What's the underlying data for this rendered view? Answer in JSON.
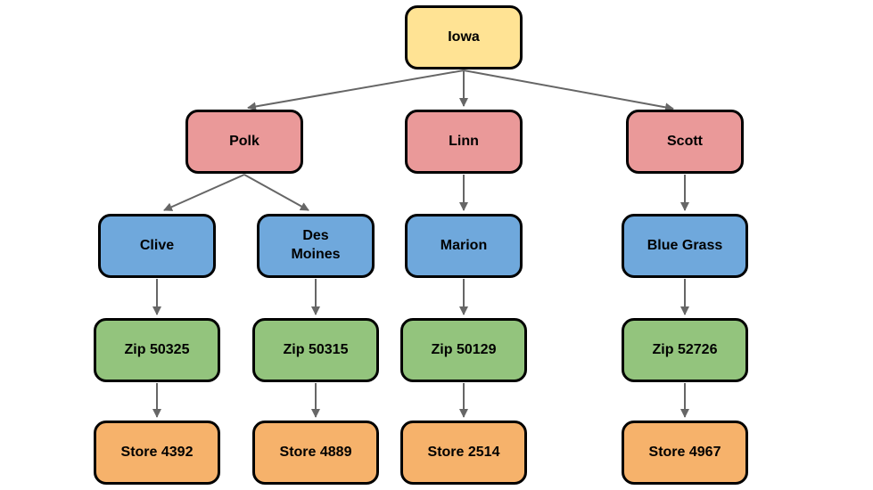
{
  "diagram": {
    "title": "",
    "colors": {
      "edge": "#666666",
      "border": "#000000",
      "background": "#ffffff",
      "root_fill": "#ffe394",
      "county_fill": "#ea9999",
      "city_fill": "#6fa8dc",
      "zip_fill": "#93c47d",
      "store_fill": "#f6b26b"
    },
    "nodes": {
      "iowa": {
        "label": "Iowa",
        "fill": "#ffe394"
      },
      "polk": {
        "label": "Polk",
        "fill": "#ea9999"
      },
      "linn": {
        "label": "Linn",
        "fill": "#ea9999"
      },
      "scott": {
        "label": "Scott",
        "fill": "#ea9999"
      },
      "clive": {
        "label": "Clive",
        "fill": "#6fa8dc"
      },
      "des_moines": {
        "label": "Des\nMoines",
        "fill": "#6fa8dc"
      },
      "marion": {
        "label": "Marion",
        "fill": "#6fa8dc"
      },
      "blue_grass": {
        "label": "Blue Grass",
        "fill": "#6fa8dc"
      },
      "zip_50325": {
        "label": "Zip 50325",
        "fill": "#93c47d"
      },
      "zip_50315": {
        "label": "Zip 50315",
        "fill": "#93c47d"
      },
      "zip_50129": {
        "label": "Zip 50129",
        "fill": "#93c47d"
      },
      "zip_52726": {
        "label": "Zip 52726",
        "fill": "#93c47d"
      },
      "store_4392": {
        "label": "Store 4392",
        "fill": "#f6b26b"
      },
      "store_4889": {
        "label": "Store 4889",
        "fill": "#f6b26b"
      },
      "store_2514": {
        "label": "Store 2514",
        "fill": "#f6b26b"
      },
      "store_4967": {
        "label": "Store 4967",
        "fill": "#f6b26b"
      }
    },
    "edges": [
      {
        "from": "iowa",
        "to": "polk"
      },
      {
        "from": "iowa",
        "to": "linn"
      },
      {
        "from": "iowa",
        "to": "scott"
      },
      {
        "from": "polk",
        "to": "clive"
      },
      {
        "from": "polk",
        "to": "des_moines"
      },
      {
        "from": "linn",
        "to": "marion"
      },
      {
        "from": "scott",
        "to": "blue_grass"
      },
      {
        "from": "clive",
        "to": "zip_50325"
      },
      {
        "from": "des_moines",
        "to": "zip_50315"
      },
      {
        "from": "marion",
        "to": "zip_50129"
      },
      {
        "from": "blue_grass",
        "to": "zip_52726"
      },
      {
        "from": "zip_50325",
        "to": "store_4392"
      },
      {
        "from": "zip_50315",
        "to": "store_4889"
      },
      {
        "from": "zip_50129",
        "to": "store_2514"
      },
      {
        "from": "zip_52726",
        "to": "store_4967"
      }
    ]
  }
}
